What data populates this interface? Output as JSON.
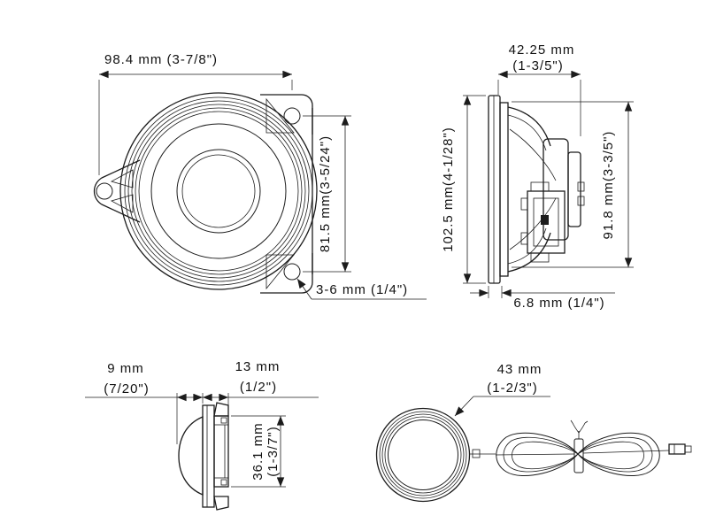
{
  "colors": {
    "background": "#ffffff",
    "ink": "#1c1c1c"
  },
  "views": {
    "woofer_front": {
      "width_label": "98.4 mm (3-7/8\")",
      "height_label": "81.5 mm(3-5/24\")",
      "mount_holes_label": "3-6 mm (1/4\")"
    },
    "woofer_side": {
      "depth_label_mm": "42.25 mm",
      "depth_label_in": "(1-3/5\")",
      "overall_height_label": "102.5 mm(4-1/28\")",
      "basket_height_label": "91.8 mm(3-3/5\")",
      "flange_label": "6.8 mm (1/4\")"
    },
    "tweeter_side": {
      "dome_depth_mm": "9 mm",
      "dome_depth_in": "(7/20\")",
      "body_depth_mm": "13 mm",
      "body_depth_in": "(1/2\")",
      "height_mm": "36.1 mm",
      "height_in": "(1-3/7\")"
    },
    "tweeter_front": {
      "diameter_mm": "43 mm",
      "diameter_in": "(1-2/3\")"
    }
  }
}
